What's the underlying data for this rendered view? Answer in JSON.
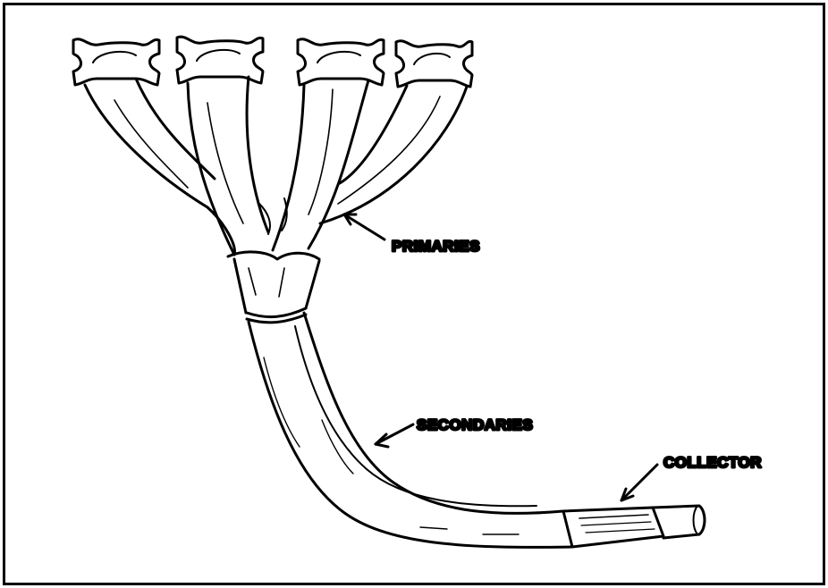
{
  "diagram": {
    "labels": {
      "primaries": "PRIMARIES",
      "secondaries": "SECONDARIES",
      "collector": "COLLECTOR"
    },
    "colors": {
      "ink": "#000000",
      "background": "#ffffff"
    }
  }
}
